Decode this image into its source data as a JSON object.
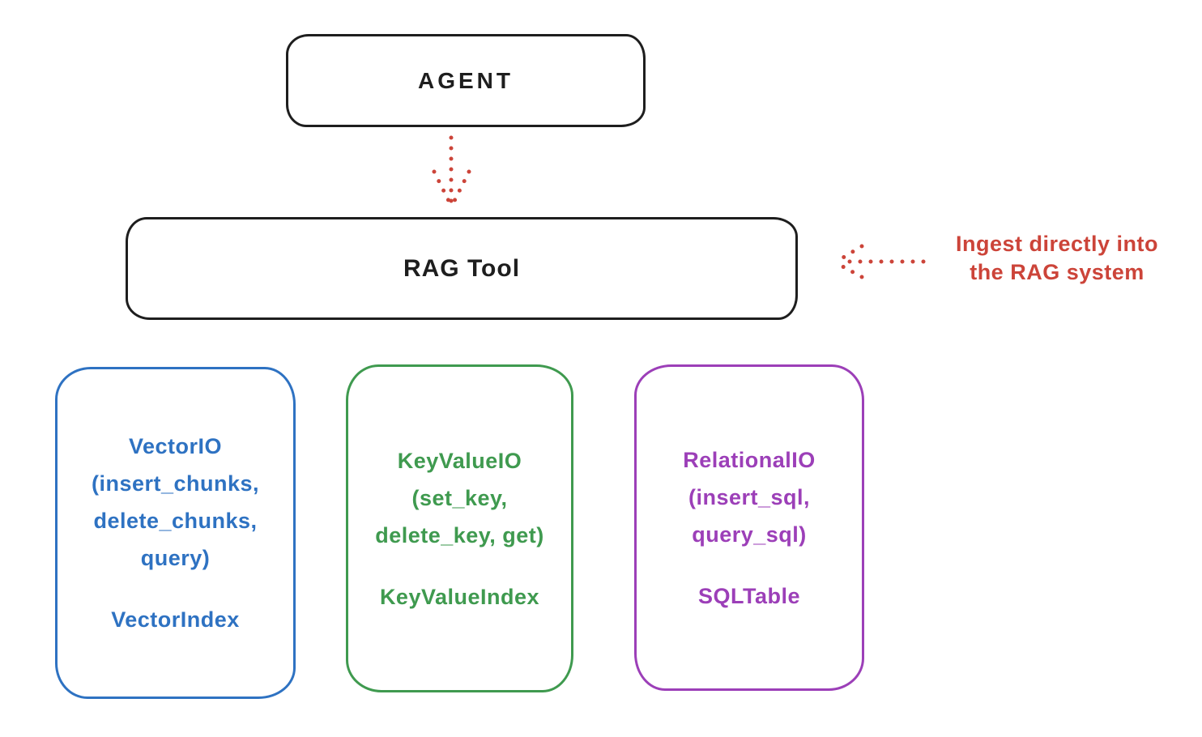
{
  "colors": {
    "ink": "#1e1e1e",
    "red": "#cc4439",
    "blue": "#2e72c2",
    "green": "#3f9a4f",
    "purple": "#9c3fb8"
  },
  "agent": {
    "label": "AGENT"
  },
  "rag_tool": {
    "label": "RAG Tool"
  },
  "annotation": {
    "lines": [
      "Ingest directly into",
      "the RAG system"
    ]
  },
  "backends": [
    {
      "name": "vector-io",
      "color": "#2e72c2",
      "interface_lines": [
        "VectorIO",
        "(insert_chunks,",
        "delete_chunks,",
        "query)"
      ],
      "index_label": "VectorIndex"
    },
    {
      "name": "keyvalue-io",
      "color": "#3f9a4f",
      "interface_lines": [
        "KeyValueIO",
        "(set_key,",
        "delete_key, get)"
      ],
      "index_label": "KeyValueIndex"
    },
    {
      "name": "relational-io",
      "color": "#9c3fb8",
      "interface_lines": [
        "RelationalIO",
        "(insert_sql,",
        "query_sql)"
      ],
      "index_label": "SQLTable"
    }
  ]
}
